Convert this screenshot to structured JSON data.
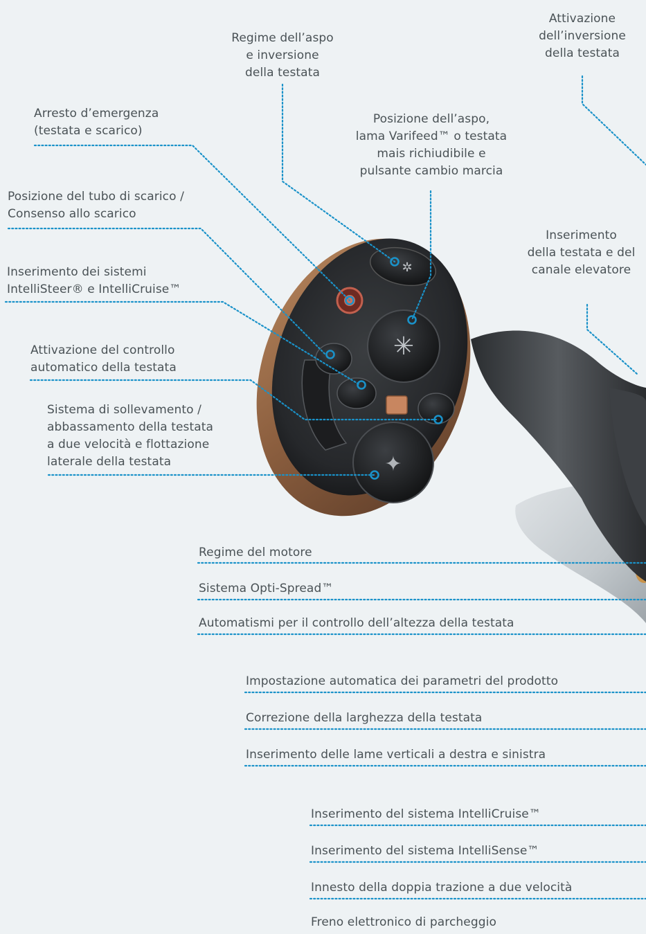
{
  "brand": {
    "leader_color": "#1a92c9",
    "text_color": "#4a5256",
    "background": "#eef2f4"
  },
  "labels": {
    "reel_speed": [
      "Regime dell’aspo",
      "e inversione",
      "della testata"
    ],
    "header_reverse": [
      "Attivazione",
      "dell’inversione",
      "della testata"
    ],
    "emergency_stop": [
      "Arresto d’emergenza",
      "(testata e scarico)"
    ],
    "reel_position": [
      "Posizione dell’aspo,",
      "lama Varifeed™ o testata",
      "mais richiudibile e",
      "pulsante cambio marcia"
    ],
    "unloading_tube": [
      "Posizione del tubo di scarico /",
      "Consenso allo scarico"
    ],
    "header_engage": [
      "Inserimento",
      "della testata e del",
      "canale elevatore"
    ],
    "intellisteer": [
      "Inserimento dei sistemi",
      "IntelliSteer® e IntelliCruise™"
    ],
    "auto_header": [
      "Attivazione del controllo",
      "automatico della testata"
    ],
    "lift_lower": [
      "Sistema di sollevamento /",
      "abbassamento della testata",
      "a due velocità e flottazione",
      "laterale della testata"
    ],
    "engine_speed": "Regime del motore",
    "opti_spread": "Sistema Opti-Spread™",
    "auto_height": "Automatismi per il controllo dell’altezza della testata",
    "auto_crop": "Impostazione automatica dei parametri del prodotto",
    "width_correction": "Correzione della larghezza della testata",
    "vertical_knives": "Inserimento delle lame verticali a destra e sinistra",
    "intellicruise": "Inserimento del sistema IntelliCruise™",
    "intellisense": "Inserimento del sistema IntelliSense™",
    "dual_drive": "Innesto della doppia trazione a due velocità",
    "parking_brake": "Freno elettronico di parcheggio"
  }
}
